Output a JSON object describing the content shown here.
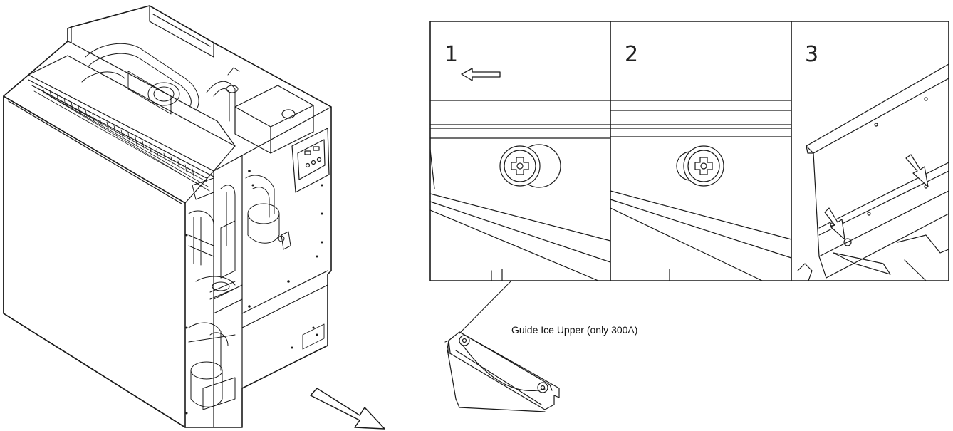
{
  "steps": [
    {
      "number": "1"
    },
    {
      "number": "2"
    },
    {
      "number": "3"
    }
  ],
  "part_label": "Guide Ice Upper (only 300A)"
}
